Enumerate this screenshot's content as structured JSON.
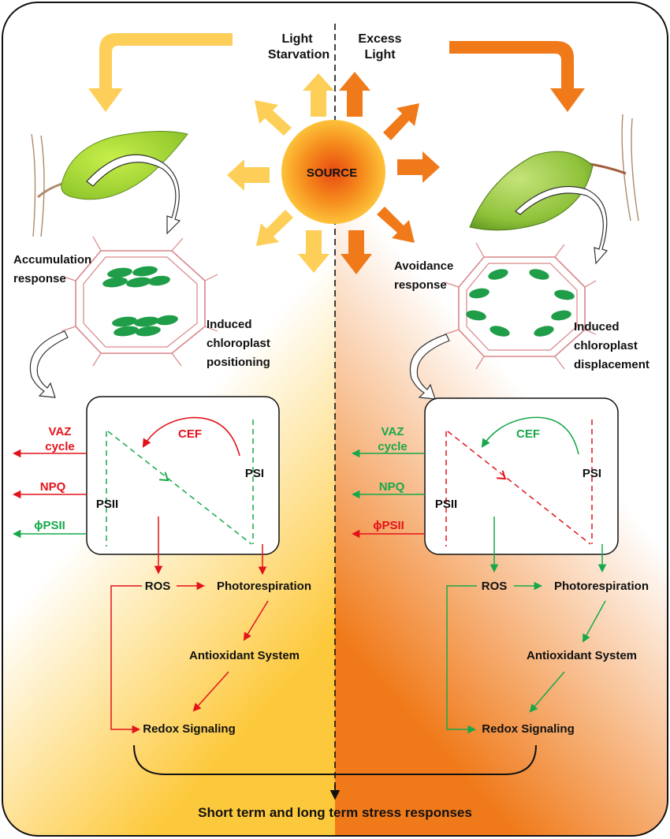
{
  "sides": {
    "left": {
      "condition": "Light Starvation",
      "response": "Accumulation response",
      "positioning": "Induced chloroplast positioning",
      "outputs": [
        "VAZ cycle",
        "NPQ",
        "ϕPSII"
      ]
    },
    "right": {
      "condition": "Excess Light",
      "response": "Avoidance response",
      "positioning": "Induced chloroplast displacement",
      "outputs": [
        "VAZ cycle",
        "NPQ",
        "ϕPSII"
      ]
    }
  },
  "source": "SOURCE",
  "photosystem": {
    "cef": "CEF",
    "psi": "PSI",
    "psii": "PSII"
  },
  "pathway": {
    "ros": "ROS",
    "photorespiration": "Photorespiration",
    "antioxidant": "Antioxidant System",
    "redox": "Redox Signaling"
  },
  "footer": "Short term and long term stress responses",
  "colors": {
    "red": "#e3131b",
    "green": "#17a84a",
    "yellow": "#fdcf58",
    "orange": "#f07a1a",
    "leaf": "#a6d930",
    "chloroplast": "#1f9d48",
    "cell_wall": "#d9868a"
  }
}
